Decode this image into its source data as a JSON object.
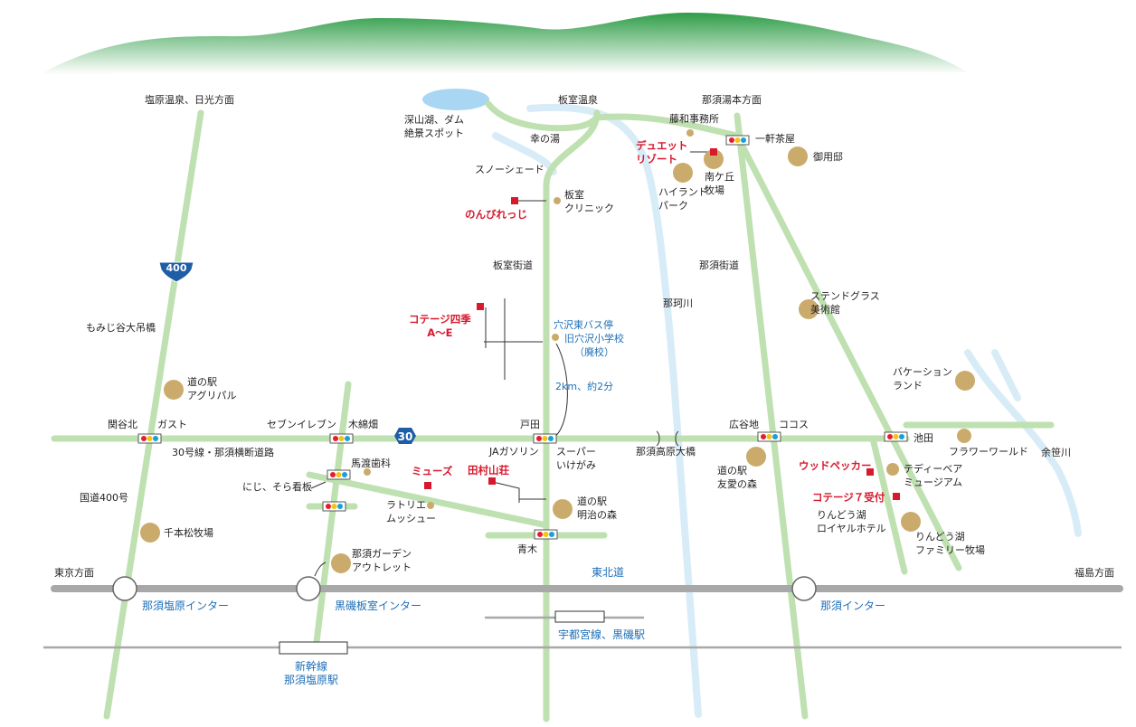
{
  "colors": {
    "road": "#bfe0b0",
    "highway": "#a8a8a8",
    "river": "#d8ecf8",
    "poi_dot": "#cbab6c",
    "accommodation": "#d7192d",
    "label_red": "#d7192d",
    "label_blue": "#1e6fb7",
    "mountain_top": "#2f9d48",
    "route_shield": "#1f5da6"
  },
  "route_shields": {
    "r400": "400",
    "r30": "30"
  },
  "labels": {
    "shiobara_nikko": "塩原温泉、日光方面",
    "itamuro_onsen": "板室温泉",
    "nasu_yumoto": "那須湯本方面",
    "fukayama": "深山湖、ダム\n絶景スポット",
    "fujiwa": "藤和事務所",
    "koyu": "幸の湯",
    "ikken_chaya": "一軒茶屋",
    "goyotei": "御用邸",
    "snowshed": "スノーシェード",
    "minamigaoka": "南ケ丘\n牧場",
    "highland": "ハイランド\nパーク",
    "itamuro_clinic": "板室\nクリニック",
    "itamuro_kaido": "板室街道",
    "nasu_kaido": "那須街道",
    "nakagawa": "那珂川",
    "momiji": "もみじ谷大吊橋",
    "stained": "ステンドグラス\n美術館",
    "bus_stop": "穴沢東バス停",
    "old_school": "旧穴沢小学校\n（廃校）",
    "michi_agri": "道の駅\nアグリパル",
    "vacation": "バケーション\nランド",
    "distance": "2km、約2分",
    "sekiyakita": "関谷北",
    "gust": "ガスト",
    "seven": "セブンイレブン",
    "kiwatahata": "木綿畑",
    "toda": "戸田",
    "hirotanichi": "広谷地",
    "cocos": "ココス",
    "ikeda": "池田",
    "nasukogen_bridge": "那須高原大橋",
    "flower_world": "フラワーワールド",
    "yosasagawa": "余笹川",
    "route30_road": "30号線・那須横断道路",
    "ja_gas": "JAガソリン",
    "super": "スーパー\nいけがみ",
    "bato_dental": "馬渡歯科",
    "niji_sora": "にじ、そら看板",
    "michi_yuai": "道の駅\n友愛の森",
    "teddy": "テディーベア\nミュージアム",
    "route400_road": "国道400号",
    "latrier": "ラトリエ\nムッシュー",
    "michi_meiji": "道の駅\n明治の森",
    "ringo_hotel": "りんどう湖\nロイヤルホテル",
    "ringo_farm": "りんどう湖\nファミリー牧場",
    "senbonmatsu": "千本松牧場",
    "aoki": "青木",
    "garden_outlet": "那須ガーデン\nアウトレット",
    "tokyo": "東京方面",
    "tohoku": "東北道",
    "fukushima": "福島方面",
    "nasushiobara_ic": "那須塩原インター",
    "kuroiso_ic": "黒磯板室インター",
    "nasu_ic": "那須インター",
    "utsunomiya": "宇都宮線、黒磯駅",
    "shinkansen": "新幹線\n那須塩原駅"
  },
  "accommodations": {
    "duet": "デュエット\nリゾート",
    "nonbiri": "のんびれっじ",
    "cottage_shiki": "コテージ四季\nA～E",
    "muse": "ミューズ",
    "tamurasanso": "田村山荘",
    "woodpecker": "ウッドペッカー",
    "cottage7": "コテージ７受付"
  }
}
